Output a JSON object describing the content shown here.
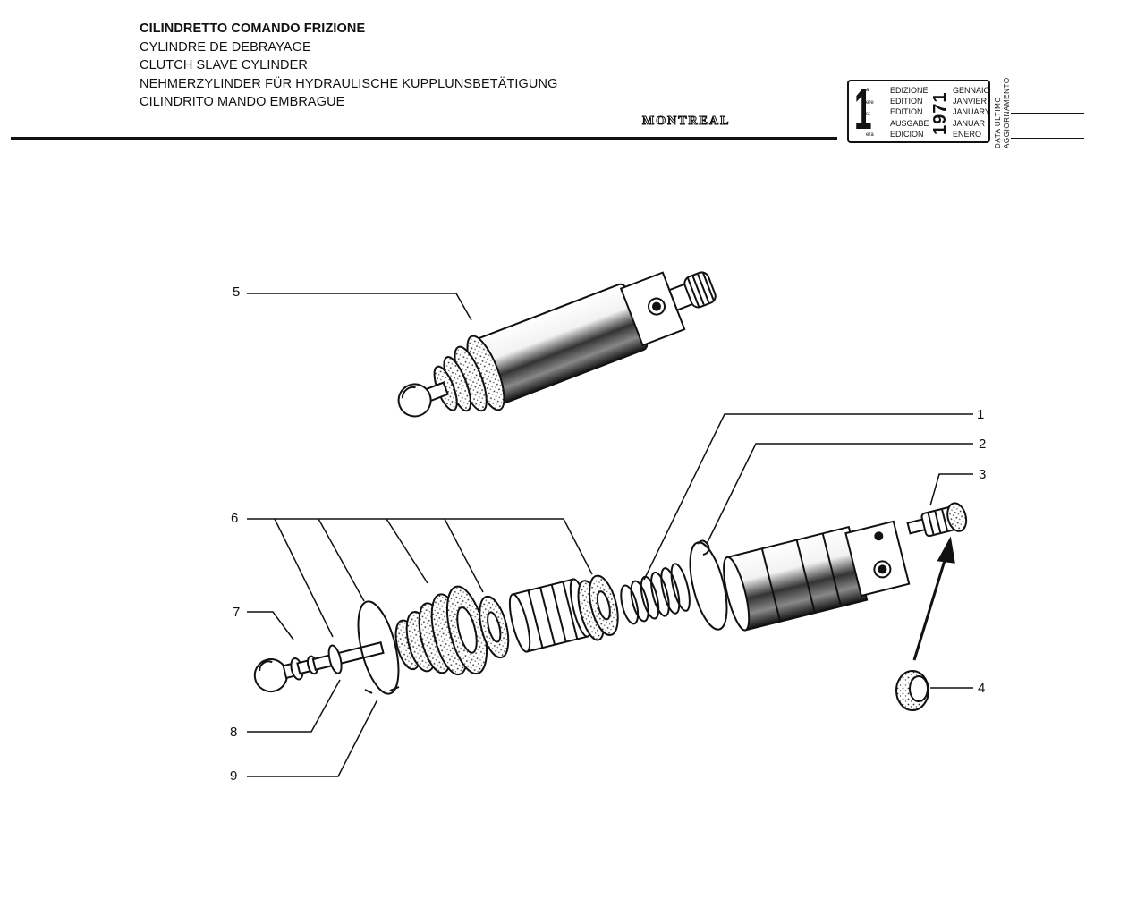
{
  "header": {
    "titles": [
      "CILINDRETTO COMANDO FRIZIONE",
      "CYLINDRE DE DEBRAYAGE",
      "CLUTCH SLAVE CYLINDER",
      "NEHMERZYLINDER FÜR HYDRAULISCHE KUPPLUNSBETÄTIGUNG",
      "CILINDRITO MANDO EMBRAGUE"
    ],
    "brand": "MONTREAL"
  },
  "edition": {
    "number": "1",
    "superscripts": [
      "a",
      "ere",
      "st",
      "·",
      "era"
    ],
    "labels": [
      "EDIZIONE",
      "EDITION",
      "EDITION",
      "AUSGABE",
      "EDICION"
    ],
    "year": "1971",
    "months": [
      "GENNAIO",
      "JANVIER",
      "JANUARY",
      "JANUAR",
      "ENERO"
    ],
    "update_label_1": "DATA ULTIMO",
    "update_label_2": "AGGIORNAMENTO"
  },
  "callouts": [
    "1",
    "2",
    "3",
    "4",
    "5",
    "6",
    "7",
    "8",
    "9"
  ]
}
